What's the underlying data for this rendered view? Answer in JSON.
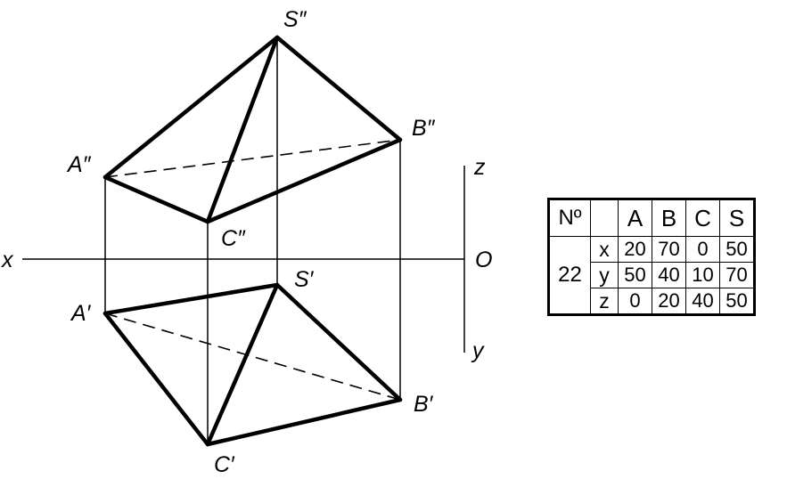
{
  "labels": {
    "s_front": "S″",
    "b_front": "B″",
    "a_front": "A″",
    "c_front": "C″",
    "s_top": "S′",
    "a_top": "A′",
    "b_top": "B′",
    "c_top": "C′",
    "axis_x": "x",
    "axis_z": "z",
    "axis_o": "O",
    "axis_y": "y"
  },
  "table": {
    "header_no": "Nº",
    "columns": [
      "A",
      "B",
      "C",
      "S"
    ],
    "variant": "22",
    "rows": [
      {
        "coord": "x",
        "values": [
          "20",
          "70",
          "0",
          "50"
        ]
      },
      {
        "coord": "y",
        "values": [
          "50",
          "40",
          "10",
          "70"
        ]
      },
      {
        "coord": "z",
        "values": [
          "0",
          "20",
          "40",
          "50"
        ]
      }
    ]
  }
}
